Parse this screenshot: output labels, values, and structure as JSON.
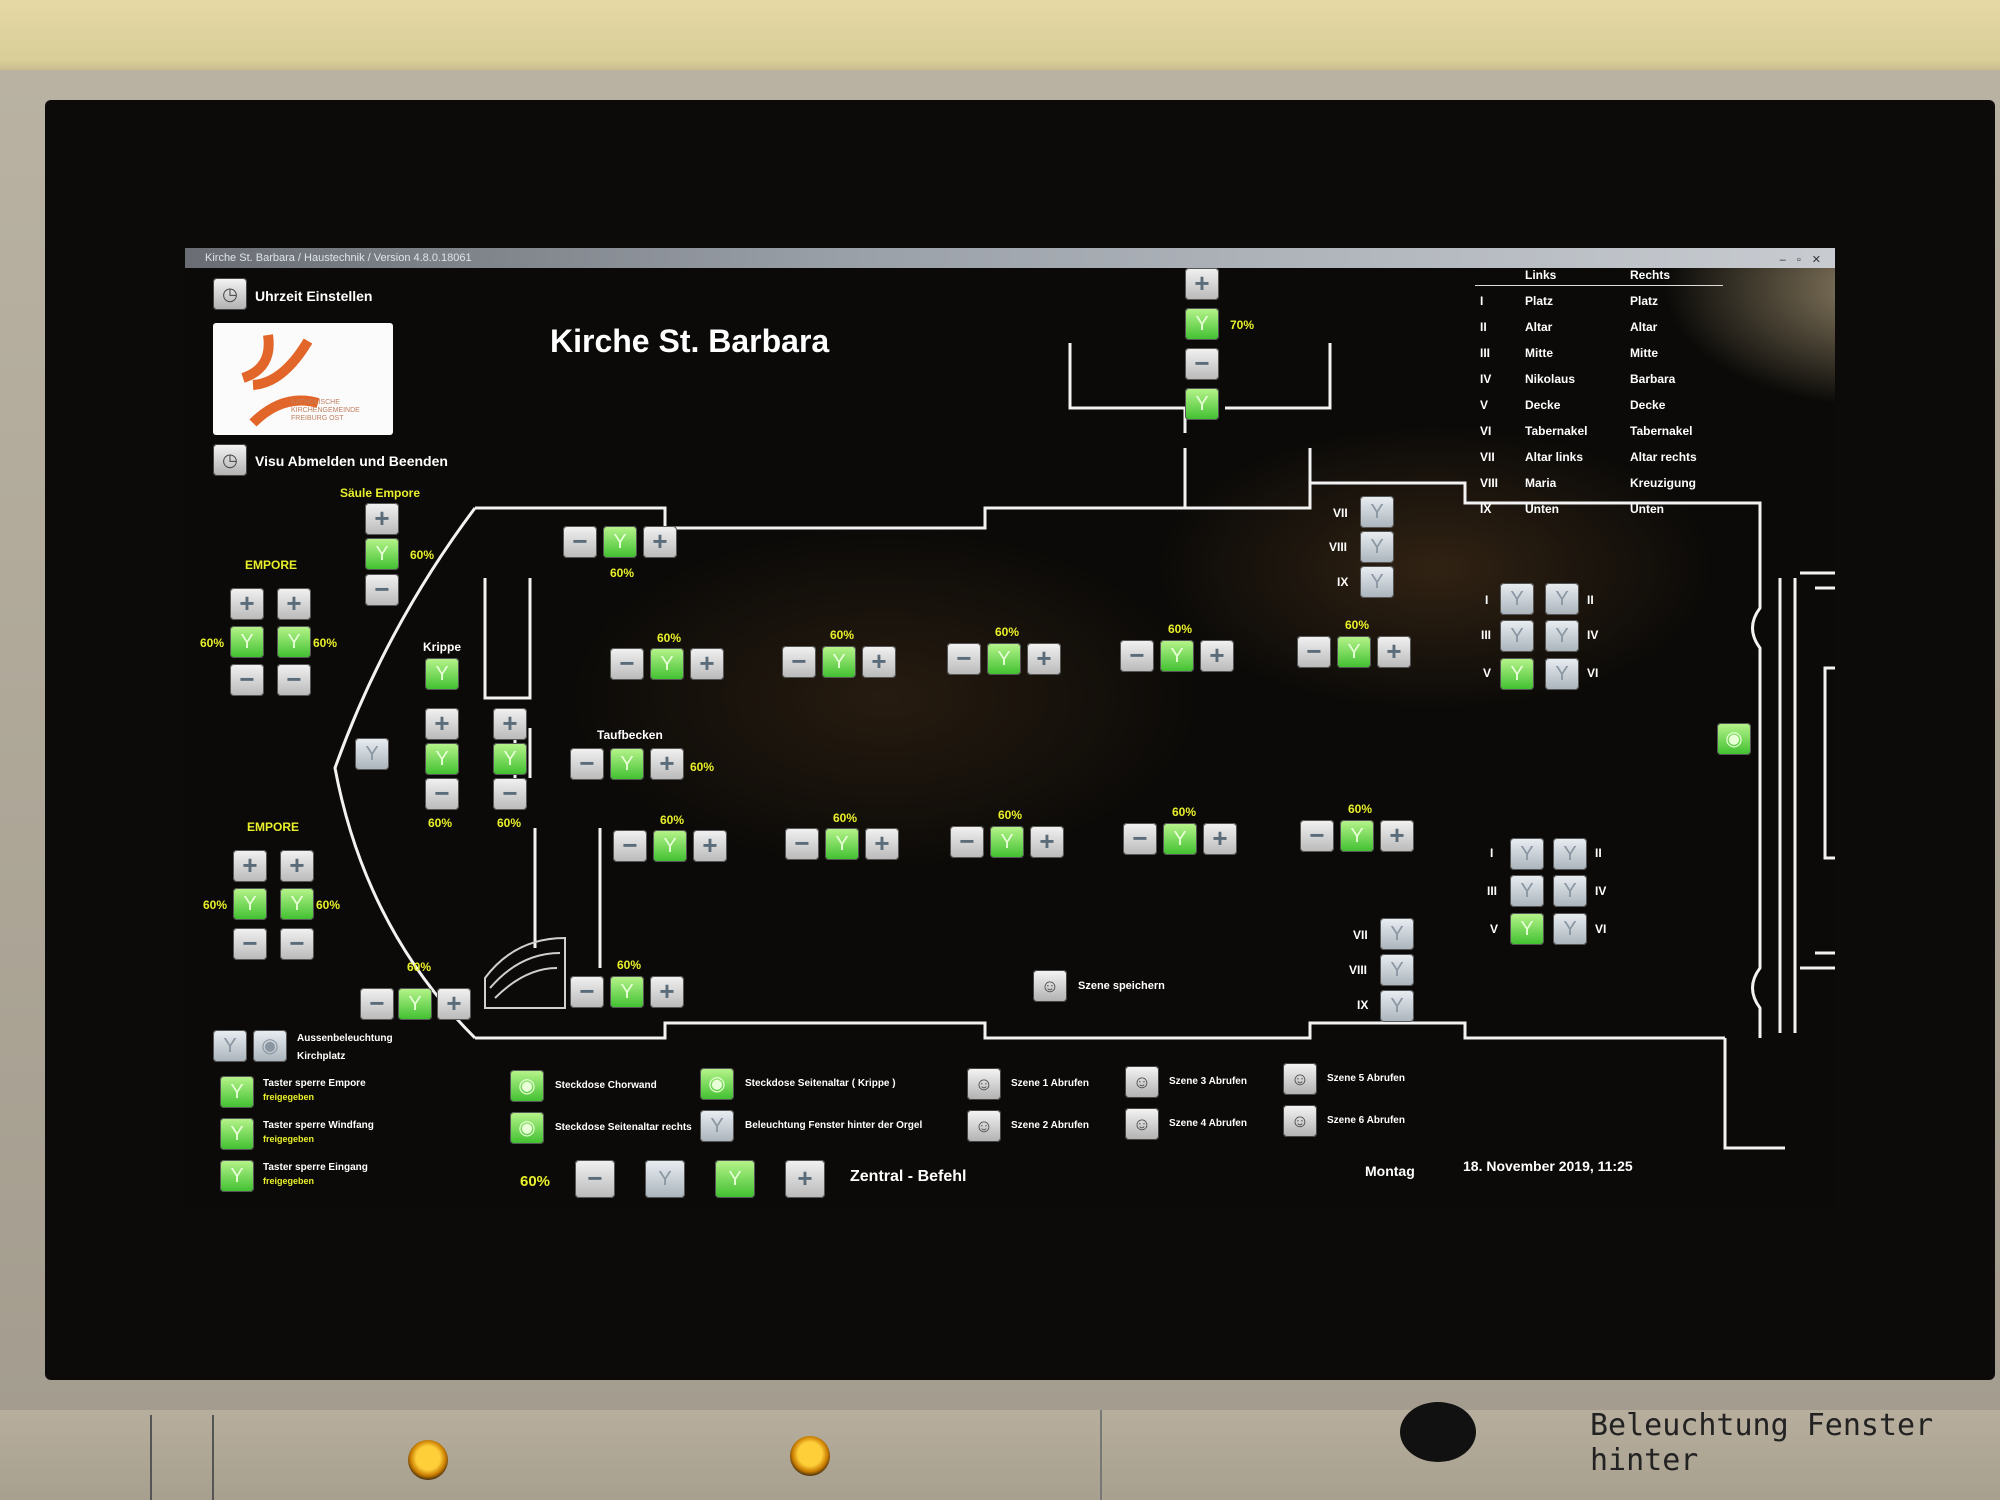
{
  "window": {
    "title": "Kirche St. Barbara / Haustechnik / Version 4.8.0.18061",
    "controls": "– ▫ ✕"
  },
  "header": {
    "set_time_label": "Uhrzeit Einstellen",
    "title": "Kirche St. Barbara",
    "logout_label": "Visu Abmelden und Beenden",
    "logo_lines": [
      "KATHOLISCHE",
      "KIRCHENGEMEINDE",
      "FREIBURG OST"
    ]
  },
  "legend": {
    "col_links": "Links",
    "col_rechts": "Rechts",
    "rows": [
      {
        "num": "I",
        "links": "Platz",
        "rechts": "Platz"
      },
      {
        "num": "II",
        "links": "Altar",
        "rechts": "Altar"
      },
      {
        "num": "III",
        "links": "Mitte",
        "rechts": "Mitte"
      },
      {
        "num": "IV",
        "links": "Nikolaus",
        "rechts": "Barbara"
      },
      {
        "num": "V",
        "links": "Decke",
        "rechts": "Decke"
      },
      {
        "num": "VI",
        "links": "Tabernakel",
        "rechts": "Tabernakel"
      },
      {
        "num": "VII",
        "links": "Altar links",
        "rechts": "Altar rechts"
      },
      {
        "num": "VIII",
        "links": "Maria",
        "rechts": "Kreuzigung"
      },
      {
        "num": "IX",
        "links": "Unten",
        "rechts": "Unten"
      }
    ]
  },
  "areas": {
    "saeule_empore": "Säule Empore",
    "empore_top": "EMPORE",
    "empore_bottom": "EMPORE",
    "krippe": "Krippe",
    "taufbecken": "Taufbecken"
  },
  "percent": {
    "p60": "60%",
    "p70": "70%"
  },
  "bottom": {
    "aussen": "Aussenbeleuchtung",
    "kirchplatz": "Kirchplatz",
    "taster1": "Taster sperre Empore",
    "taster2": "Taster sperre Windfang",
    "taster3": "Taster sperre Eingang",
    "freigegeben": "freigegeben",
    "steck1": "Steckdose Chorwand",
    "steck2": "Steckdose Seitenaltar rechts",
    "steck3": "Steckdose Seitenaltar ( Krippe )",
    "fenster": "Beleuchtung Fenster hinter der Orgel",
    "central_pct": "60%",
    "central_label": "Zentral - Befehl",
    "scene_save": "Szene speichern",
    "scene1": "Szene 1 Abrufen",
    "scene2": "Szene 2 Abrufen",
    "scene3": "Szene 3 Abrufen",
    "scene4": "Szene 4 Abrufen",
    "scene5": "Szene 5 Abrufen",
    "scene6": "Szene 6 Abrufen",
    "weekday": "Montag",
    "datetime": "18. November 2019, 11:25"
  },
  "roman": {
    "i": "I",
    "ii": "II",
    "iii": "III",
    "iv": "IV",
    "v": "V",
    "vi": "VI",
    "vii": "VII",
    "viii": "VIII",
    "ix": "IX"
  },
  "panel_label": "Beleuchtung Fenster hinter",
  "icons": {
    "plus": "+",
    "minus": "−",
    "bulb": "Y",
    "socket": "◉",
    "scene": "☺",
    "clock": "◷"
  }
}
